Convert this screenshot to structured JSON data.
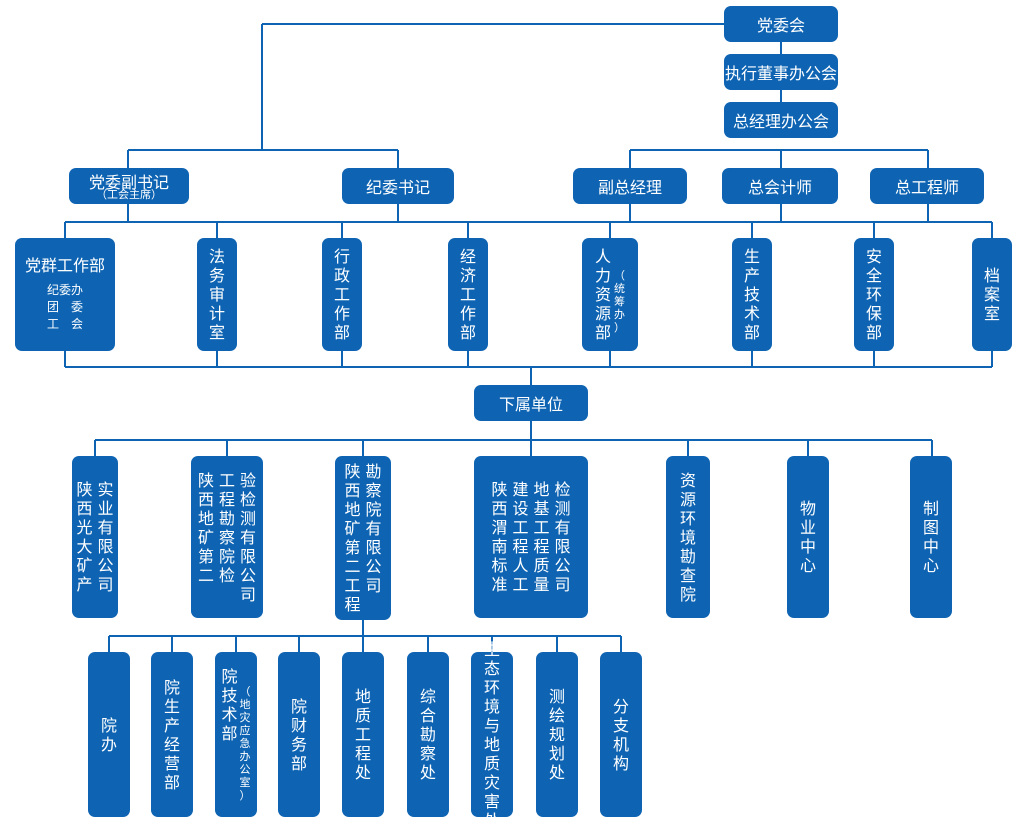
{
  "colors": {
    "box_fill": "#0e64b3",
    "line": "#0e64b3",
    "text": "#ffffff"
  },
  "top": {
    "party_committee": "党委会",
    "board_office": "执行董事办公会",
    "gm_office": "总经理办公会"
  },
  "leaders": {
    "deputy_secretary": "党委副书记",
    "deputy_secretary_note": "（工会主席）",
    "discipline_secretary": "纪委书记",
    "deputy_gm": "副总经理",
    "chief_accountant": "总会计师",
    "chief_engineer": "总工程师"
  },
  "departments": {
    "party_affairs": {
      "title": "党群工作部",
      "sub": [
        "纪委办",
        "团　委",
        "工　会"
      ]
    },
    "legal_audit": "法务审计室",
    "admin": "行政工作部",
    "economic": "经济工作部",
    "hr": "人力资源部",
    "hr_note": "（统筹办）",
    "production_tech": "生产技术部",
    "safety_env": "安全环保部",
    "archives": "档案室"
  },
  "subordinate_label": "下属单位",
  "units": [
    {
      "cols": [
        "实业有限公司",
        "陕西光大矿产"
      ]
    },
    {
      "cols": [
        "验检测有限公司",
        "工程勘察院检",
        "陕西地矿第二"
      ]
    },
    {
      "cols": [
        "勘察院有限公司",
        "陕西地矿第二工程"
      ]
    },
    {
      "cols": [
        "检测有限公司",
        "地基工程质量",
        "建设工程人工",
        "陕西渭南标准"
      ]
    },
    {
      "cols": [
        "资源环境勘查院"
      ]
    },
    {
      "cols": [
        "物业中心"
      ]
    },
    {
      "cols": [
        "制图中心"
      ]
    }
  ],
  "branches": {
    "office": "院办",
    "production_ops": "院生产经营部",
    "tech_dept": "院技术部",
    "tech_dept_note": "（地灾应急办公室）",
    "finance": "院财务部",
    "geo_engineering": "地质工程处",
    "survey": "综合勘察处",
    "eco_geo_disaster": "生态环境与地质灾害处",
    "mapping_planning": "测绘规划处",
    "branch_orgs": "分支机构"
  }
}
